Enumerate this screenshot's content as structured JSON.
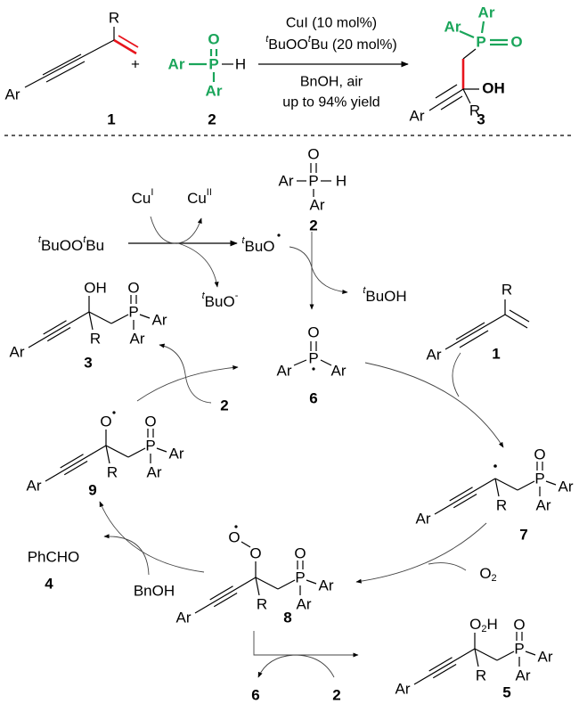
{
  "colors": {
    "highlight_bond": "#e8141c",
    "phosphorus_group": "#1aa55a"
  },
  "top_reaction": {
    "compound1": {
      "ar": "Ar",
      "r": "R",
      "label": "1"
    },
    "plus": "+",
    "compound2": {
      "ar1": "Ar",
      "p": "P",
      "h": "H",
      "o": "O",
      "ar2": "Ar",
      "label": "2"
    },
    "conditions": {
      "line1": "CuI (10 mol%)",
      "line2": {
        "t1": "t",
        "mid": "BuOO",
        "t2": "t",
        "rest": "Bu (20 mol%)"
      },
      "line3": "BnOH, air",
      "line4": "up to 94% yield"
    },
    "product": {
      "ar_a": "Ar",
      "ar_b": "Ar",
      "p": "P",
      "o": "O",
      "oh": "OH",
      "r": "R",
      "ar": "Ar",
      "label": "3"
    }
  },
  "mechanism": {
    "initiation": {
      "cu1": {
        "base": "Cu",
        "sup": "I"
      },
      "cu2": {
        "base": "Cu",
        "sup": "II"
      },
      "peroxide": {
        "t1": "t",
        "mid": "BuOO",
        "t2": "t",
        "end": "Bu"
      },
      "tbuo_radical": {
        "t": "t",
        "base": "BuO"
      },
      "tbuo_anion": {
        "t": "t",
        "base": "BuO",
        "sup": "-"
      },
      "tbuoh": {
        "t": "t",
        "base": "BuOH"
      }
    },
    "compound2": {
      "ar1": "Ar",
      "p": "P",
      "h": "H",
      "o": "O",
      "ar2": "Ar",
      "label": "2"
    },
    "compound6": {
      "o": "O",
      "p": "P",
      "ar1": "Ar",
      "ar2": "Ar",
      "label": "6"
    },
    "compound1": {
      "ar": "Ar",
      "r": "R",
      "label": "1"
    },
    "molecules": {
      "m3": {
        "ar": "Ar",
        "r": "R",
        "top": "OH",
        "p": "P",
        "o": "O",
        "ar_right": "Ar",
        "ar_below": "Ar",
        "label": "3"
      },
      "m9": {
        "ar": "Ar",
        "r": "R",
        "top": "O",
        "p": "P",
        "o": "O",
        "ar_right": "Ar",
        "ar_below": "Ar",
        "label": "9"
      },
      "m7": {
        "ar": "Ar",
        "r": "R",
        "p": "P",
        "o": "O",
        "ar_right": "Ar",
        "ar_below": "Ar",
        "label": "7"
      },
      "m8": {
        "ar": "Ar",
        "r": "R",
        "top": "O",
        "top2": "O",
        "p": "P",
        "o": "O",
        "ar_right": "Ar",
        "ar_below": "Ar",
        "label": "8"
      },
      "m5": {
        "ar": "Ar",
        "r": "R",
        "top_o": "O",
        "top_sub": "2",
        "top_h": "H",
        "p": "P",
        "o": "O",
        "ar_right": "Ar",
        "ar_below": "Ar",
        "label": "5"
      }
    },
    "reagents": {
      "two_a": "2",
      "o2": {
        "base": "O",
        "sub": "2"
      },
      "bnoh": "BnOH",
      "phcho": "PhCHO",
      "label4": "4",
      "six_b": "6",
      "two_b": "2"
    }
  }
}
